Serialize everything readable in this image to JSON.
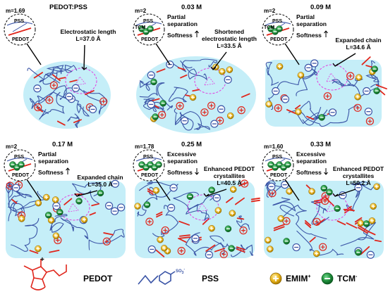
{
  "panels": [
    {
      "conc": "PEDOT:PSS",
      "m": "m=1.69",
      "pss": "PSS",
      "pedot": "PEDOT",
      "tcm": "",
      "note_lines": [
        "Electrostatic length",
        "L=37.0 Å"
      ],
      "side_lines": [],
      "softness": "",
      "arrow": "none"
    },
    {
      "conc": "0.03 M",
      "m": "m=2",
      "pss": "PSS",
      "pedot": "PEDOT",
      "tcm": "TCM",
      "note_lines": [
        "Shortened",
        "electrostatic length",
        "L=33.5 Å"
      ],
      "side_lines": [
        "Partial",
        "separation"
      ],
      "softness": "Softness",
      "arrow": "up"
    },
    {
      "conc": "0.09 M",
      "m": "m=2",
      "pss": "PSS",
      "pedot": "PEDOT",
      "tcm": "TCM",
      "note_lines": [
        "Expanded chain",
        "L=34.6 Å"
      ],
      "side_lines": [
        "Partial",
        "separation"
      ],
      "softness": "Softness",
      "arrow": "up"
    },
    {
      "conc": "0.17 M",
      "m": "m=2",
      "pss": "PSS",
      "pedot": "PEDOT",
      "tcm": "",
      "note_lines": [
        "Expanded chain",
        "L=35.0 Å"
      ],
      "side_lines": [
        "Partial",
        "separation"
      ],
      "softness": "Softness",
      "arrow": "up"
    },
    {
      "conc": "0.25 M",
      "m": "m=1.78",
      "pss": "PSS",
      "pedot": "PEDOT",
      "tcm": "",
      "note_lines": [
        "Enhanced PEDOT",
        "crystallites",
        "L=40.5 Å"
      ],
      "side_lines": [
        "Excessive",
        "separation"
      ],
      "softness": "Softness",
      "arrow": "down"
    },
    {
      "conc": "0.33 M",
      "m": "m=1.60",
      "pss": "PSS",
      "pedot": "PEDOT",
      "tcm": "",
      "note_lines": [
        "Enhanced PEDOT",
        "crystallites",
        "L=50.2 Å"
      ],
      "side_lines": [
        "Excessive",
        "separation"
      ],
      "softness": "Softness",
      "arrow": "down"
    }
  ],
  "legend": {
    "pedot": "PEDOT",
    "pss": "PSS",
    "emim": "EMIM",
    "emim_sup": "+",
    "tcm": "TCM",
    "tcm_sup": "-",
    "so3": "SO",
    "so3_sub": "3",
    "so3_sup": "-",
    "plus": "+"
  },
  "colors": {
    "chain_blue": "#3a54a6",
    "pedot_red": "#e0261c",
    "blob_fill": "#c5eef8",
    "emim_gold": "#e8b21a",
    "tcm_green": "#1f8c3a",
    "dash_magenta": "#e23de0"
  }
}
